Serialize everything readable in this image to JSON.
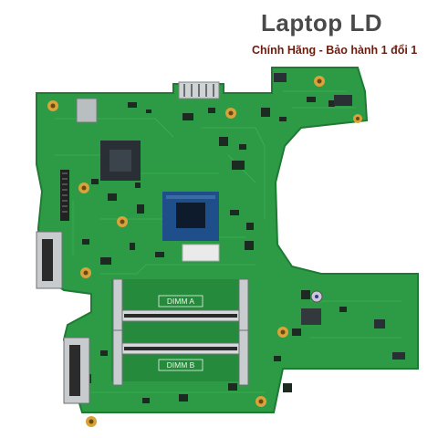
{
  "header": {
    "brand": "Laptop LD",
    "tagline": "Chính Hãng - Bảo hành 1 đổi 1"
  },
  "board": {
    "slot_a_label": "DIMM A",
    "slot_b_label": "DIMM B",
    "colors": {
      "pcb": "#2d9a45",
      "pcb_dark": "#1f7a34",
      "trace": "#3fb457",
      "pad": "#d9a23a",
      "chip": "#2a2f35",
      "cpu": "#1f4f8a"
    }
  }
}
